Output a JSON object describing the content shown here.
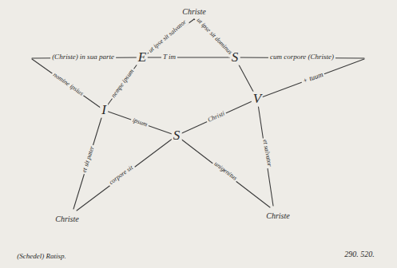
{
  "diagram": {
    "labels": [
      "Christe",
      "(Christe) in sua parte",
      "E",
      "T im",
      "S",
      "cum corpore (Christe)",
      "I",
      "S",
      "V",
      "Christe",
      "Christe",
      "+ tuum",
      "ut ipse sit salvator",
      "ut ipse sit dominus",
      "nempe ipsum",
      "nomine ipsius",
      "et sit pater",
      "corpore sit",
      "ipsum",
      "Christi",
      "et salvator",
      "unigenitus",
      "(Schedel) Ratisp.",
      "290. 520."
    ]
  }
}
